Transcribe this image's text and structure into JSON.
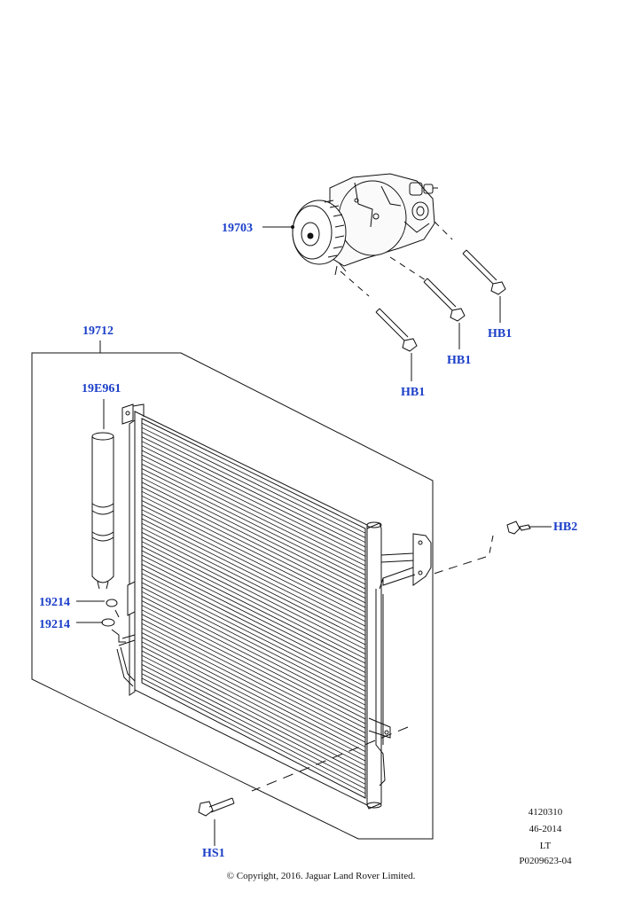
{
  "colors": {
    "callout": "#1a3ec8",
    "line": "#111111",
    "background": "#ffffff"
  },
  "callouts": {
    "compressor": "19703",
    "condenser": "19712",
    "receiver_drier": "19E961",
    "seal_upper": "19214",
    "seal_lower": "19214",
    "bolt_hb1_right": "HB1",
    "bolt_hb1_mid": "HB1",
    "bolt_hb1_left": "HB1",
    "bolt_hb2": "HB2",
    "bolt_hs1": "HS1"
  },
  "meta": {
    "code1": "4120310",
    "code2": "46-2014",
    "code3": "LT",
    "code4": "P0209623-04"
  },
  "copyright": "© Copyright, 2016. Jaguar Land Rover Limited."
}
